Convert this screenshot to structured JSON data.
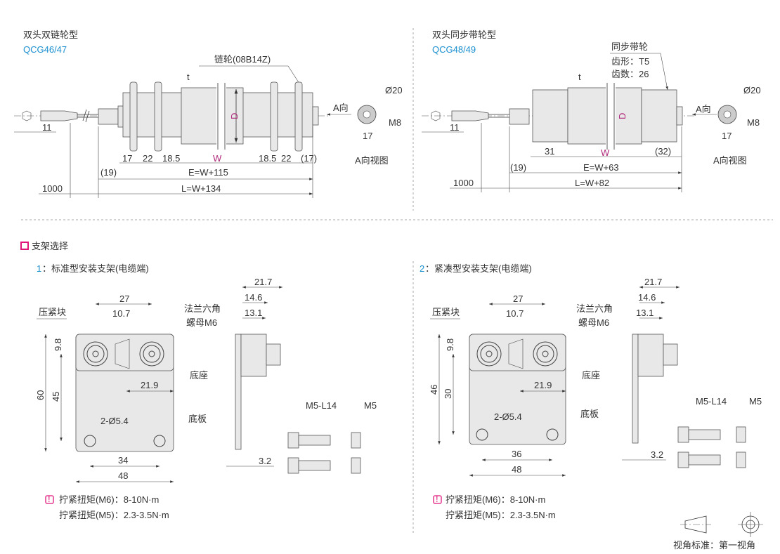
{
  "top_left": {
    "title": "双头双链轮型",
    "model": "QCG46/47",
    "sprocket_label": "链轮(08B14Z)",
    "dims": {
      "hex": "11",
      "d1": "17",
      "d2": "22",
      "d3": "18.5",
      "w": "W",
      "d4": "18.5",
      "d5": "22",
      "d6": "(17)",
      "d19": "(19)",
      "e": "E=W+115",
      "cable": "1000",
      "l": "L=W+134",
      "D": "D",
      "t": "t"
    },
    "a_view": {
      "dir": "A向",
      "dia": "Ø20",
      "thread": "M8",
      "width": "17",
      "caption": "A向视图"
    }
  },
  "top_right": {
    "title": "双头同步带轮型",
    "model": "QCG48/49",
    "pulley_label": "同步带轮",
    "tooth_profile": "齿形：T5",
    "tooth_count": "齿数：26",
    "dims": {
      "hex": "11",
      "d1": "31",
      "w": "W",
      "d2": "(32)",
      "d19": "(19)",
      "e": "E=W+63",
      "cable": "1000",
      "l": "L=W+82",
      "D": "D",
      "t": "t"
    },
    "a_view": {
      "dir": "A向",
      "dia": "Ø20",
      "thread": "M8",
      "width": "17",
      "caption": "A向视图"
    }
  },
  "bracket_section": {
    "title": "支架选择",
    "accent": "#e0157a",
    "standard": {
      "num": "1",
      "title": "：标准型安装支架(电缆端)",
      "labels": {
        "clamp": "压紧块",
        "nut1": "法兰六角",
        "nut2": "螺母M6",
        "base": "底座",
        "plate": "底板",
        "holes": "2-Ø5.4",
        "screw": "M5-L14",
        "nut": "M5"
      },
      "dims": {
        "w27": "27",
        "w10": "10.7",
        "h9": "9.8",
        "h_total": "60",
        "h45": "45",
        "w21": "21.9",
        "w34": "34",
        "w48": "48",
        "s21": "21.7",
        "s14": "14.6",
        "s13": "13.1",
        "s3": "3.2"
      },
      "torque": [
        "拧紧扭矩(M6)：8-10N·m",
        "拧紧扭矩(M5)：2.3-3.5N·m"
      ]
    },
    "compact": {
      "num": "2",
      "title": "：紧凑型安装支架(电缆端)",
      "labels": {
        "clamp": "压紧块",
        "nut1": "法兰六角",
        "nut2": "螺母M6",
        "base": "底座",
        "plate": "底板",
        "holes": "2-Ø5.4",
        "screw": "M5-L14",
        "nut": "M5"
      },
      "dims": {
        "w27": "27",
        "w10": "10.7",
        "h9": "9.8",
        "h_total": "46",
        "h45": "30",
        "w21": "21.9",
        "w34": "36",
        "w48": "48",
        "s21": "21.7",
        "s14": "14.6",
        "s13": "13.1",
        "s3": "3.2"
      },
      "torque": [
        "拧紧扭矩(M6)：8-10N·m",
        "拧紧扭矩(M5)：2.3-3.5N·m"
      ]
    }
  },
  "projection": {
    "caption": "视角标准：第一视角"
  }
}
